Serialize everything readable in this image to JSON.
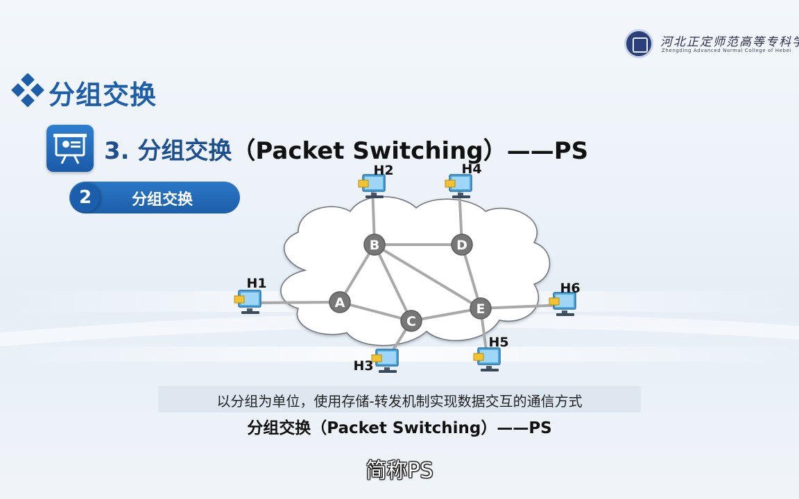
{
  "header": {
    "school_name_cn": "河北正定师范高等专科学校",
    "school_name_en": "Zhengding Advanced Normal College of Hebei",
    "section_title": "分组交换",
    "subsection_title_prefix": "3. 分组交换",
    "subsection_title_rest": "（Packet Switching）——PS",
    "pill_number": "2",
    "pill_label": "分组交换"
  },
  "diagram": {
    "routers": [
      {
        "id": "A",
        "label": "A"
      },
      {
        "id": "B",
        "label": "B"
      },
      {
        "id": "C",
        "label": "C"
      },
      {
        "id": "D",
        "label": "D"
      },
      {
        "id": "E",
        "label": "E"
      }
    ],
    "hosts": [
      {
        "id": "H1",
        "label": "H1"
      },
      {
        "id": "H2",
        "label": "H2"
      },
      {
        "id": "H3",
        "label": "H3"
      },
      {
        "id": "H4",
        "label": "H4"
      },
      {
        "id": "H5",
        "label": "H5"
      },
      {
        "id": "H6",
        "label": "H6"
      }
    ],
    "links": [
      [
        "H1",
        "A"
      ],
      [
        "H2",
        "B"
      ],
      [
        "H4",
        "D"
      ],
      [
        "H3",
        "C"
      ],
      [
        "H5",
        "E"
      ],
      [
        "H6",
        "E"
      ],
      [
        "A",
        "B"
      ],
      [
        "A",
        "C"
      ],
      [
        "B",
        "D"
      ],
      [
        "B",
        "C"
      ],
      [
        "B",
        "E"
      ],
      [
        "D",
        "E"
      ],
      [
        "C",
        "E"
      ]
    ],
    "colors": {
      "router": "#777777",
      "link": "#a8a8a8",
      "cloud": "#ffffff"
    }
  },
  "caption": {
    "line1": "以分组为单位，使用存储-转发机制实现数据交互的通信方式",
    "line2": "分组交换（Packet Switching）——PS"
  },
  "subtitle": "简称PS"
}
